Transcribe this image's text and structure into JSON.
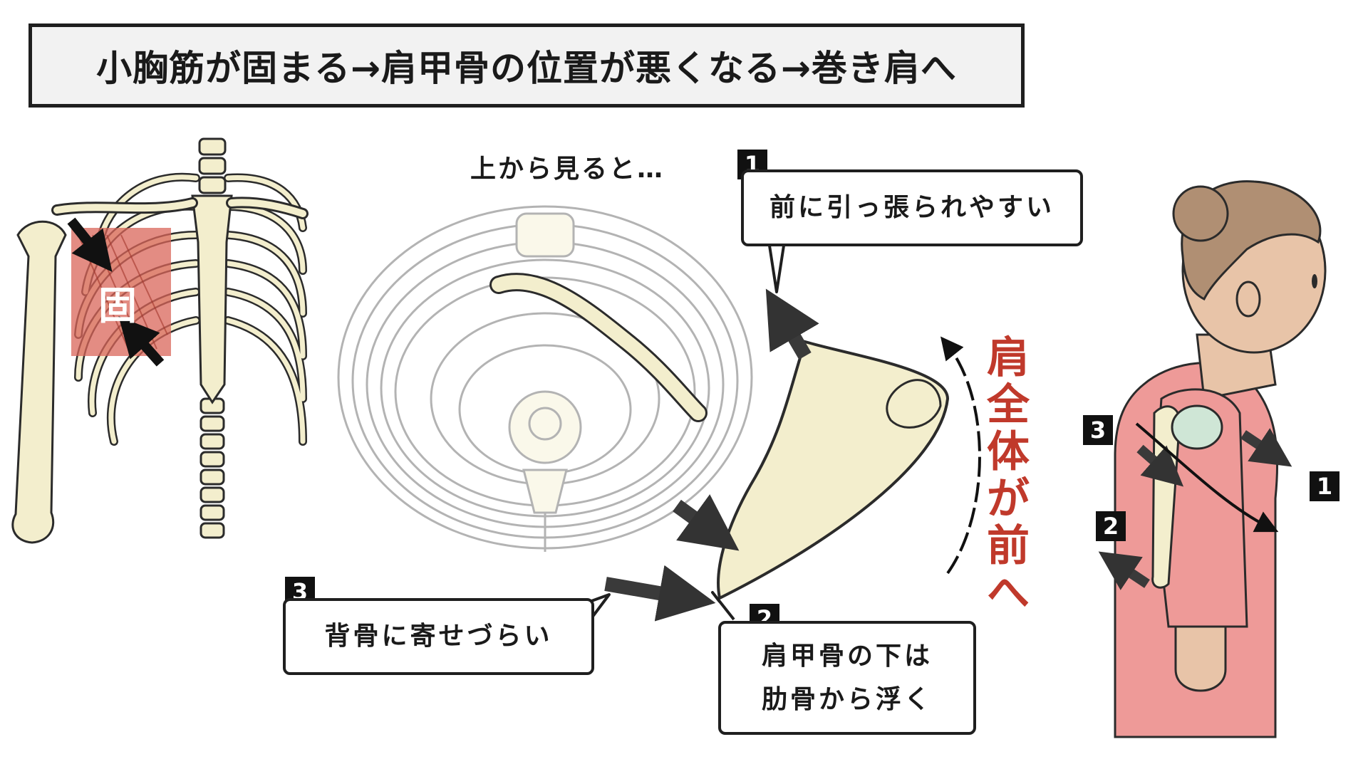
{
  "title": "小胸筋が固まる→肩甲骨の位置が悪くなる→巻き肩へ",
  "top_view_label": "上から見ると…",
  "muscle_mark": "固",
  "shoulder_forward_label": "肩全体が前へ",
  "callouts": [
    {
      "number": "1",
      "text": "前に引っ張られやすい"
    },
    {
      "number": "2",
      "text_line1": "肩甲骨の下は",
      "text_line2": "肋骨から浮く"
    },
    {
      "number": "3",
      "text": "背骨に寄せづらい"
    }
  ],
  "side_badges": [
    "3",
    "2",
    "1"
  ],
  "colors": {
    "bone": "#f3eecd",
    "bone_outline": "#2b2b2b",
    "cartilage": "#cfe6d6",
    "muscle": "#d9655a",
    "accent_red": "#c0392b",
    "shirt": "#ee9a98",
    "skin": "#e8c4a8",
    "hair": "#b08f73"
  }
}
